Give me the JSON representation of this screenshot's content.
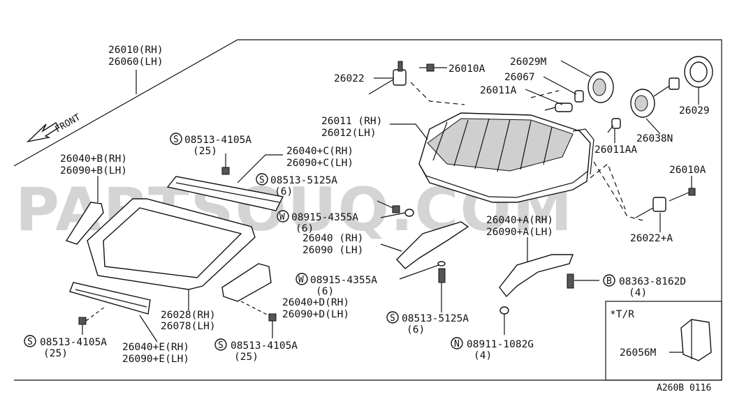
{
  "watermark": "PARTSOUQ.COM",
  "diagram_code": "A260B 0116",
  "front_label": "FRONT",
  "inset_title": "*T/R",
  "labels": {
    "l26010": "26010(RH)",
    "l26060": "26060(LH)",
    "l26022": "26022",
    "l26010A_top": "26010A",
    "l26029M": "26029M",
    "l26067": "26067",
    "l26011A": "26011A",
    "l26011": "26011 (RH)",
    "l26012": "26012(LH)",
    "l26038N": "26038N",
    "l26029": "26029",
    "l26011AA": "26011AA",
    "l26010A_right": "26010A",
    "l26022A": "26022+A",
    "l26040B": "26040+B(RH)",
    "l26090B": "26090+B(LH)",
    "s4105_top_num": "08513-4105A",
    "s4105_top_qty": "(25)",
    "l26040C": "26040+C(RH)",
    "l26090C": "26090+C(LH)",
    "s5125_top_num": "08513-5125A",
    "s5125_top_qty": "(6)",
    "w4355_top_num": "08915-4355A",
    "w4355_top_qty": "(6)",
    "l26040A": "26040+A(RH)",
    "l26090A": "26090+A(LH)",
    "l26040": "26040 (RH)",
    "l26090": "26090 (LH)",
    "w4355_bot_num": "08915-4355A",
    "w4355_bot_qty": "(6)",
    "b8162_num": "08363-8162D",
    "b8162_qty": "(4)",
    "l26028": "26028(RH)",
    "l26078": "26078(LH)",
    "l26040D": "26040+D(RH)",
    "l26090D": "26090+D(LH)",
    "s5125_bot_num": "08513-5125A",
    "s5125_bot_qty": "(6)",
    "n1082_num": "08911-1082G",
    "n1082_qty": "(4)",
    "s4105_bl_num": "08513-4105A",
    "s4105_bl_qty": "(25)",
    "l26040E": "26040+E(RH)",
    "l26090E": "26090+E(LH)",
    "s4105_br_num": "08513-4105A",
    "s4105_br_qty": "(25)",
    "l26056M": "26056M"
  },
  "circle_marks": {
    "s": "S",
    "w": "W",
    "b": "B",
    "n": "N"
  }
}
